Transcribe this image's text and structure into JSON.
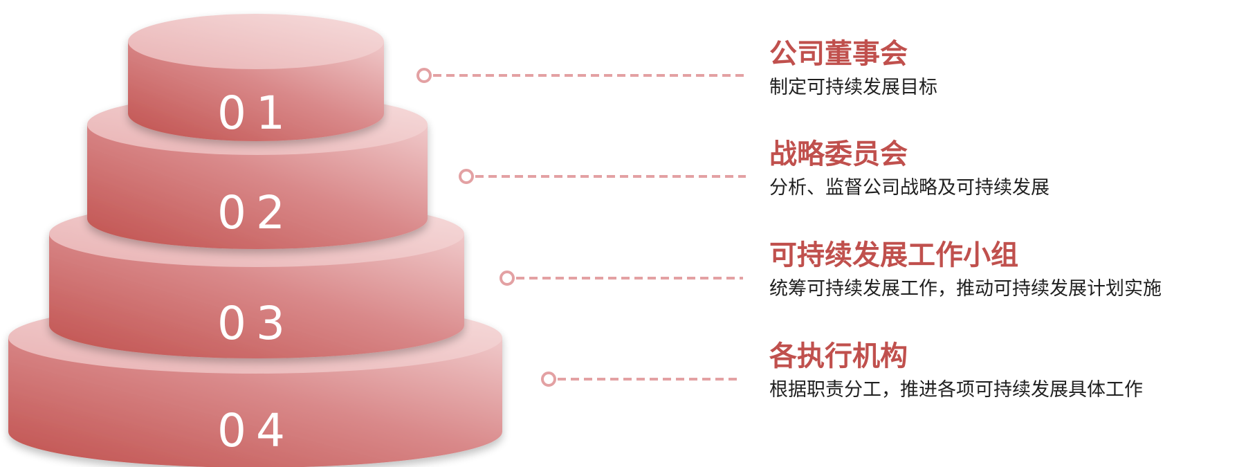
{
  "colors": {
    "accent": "#c0504d",
    "tier_dark": "#c0504d",
    "tier_light": "#f2cfd0",
    "connector": "#e3a1a3",
    "text": "#1f1f1f"
  },
  "tiers": [
    {
      "label": "01",
      "title": "公司董事会",
      "description": "制定可持续发展目标"
    },
    {
      "label": "02",
      "title": "战略委员会",
      "description": "分析、监督公司战略及可持续发展"
    },
    {
      "label": "03",
      "title": "可持续发展工作小组",
      "description": "统筹可持续发展工作，推动可持续发展计划实施"
    },
    {
      "label": "04",
      "title": "各执行机构",
      "description": "根据职责分工，推进各项可持续发展具体工作"
    }
  ]
}
